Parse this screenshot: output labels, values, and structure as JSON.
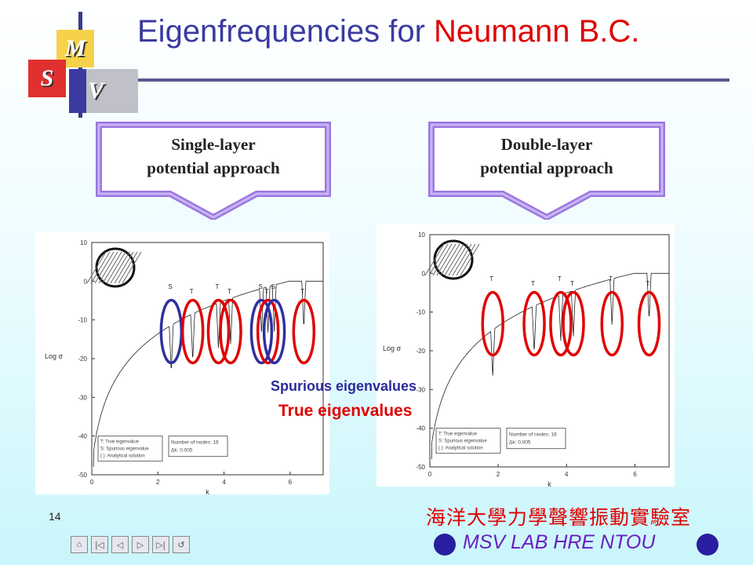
{
  "title": {
    "part1": "Eigenfrequencies for ",
    "part2": "Neumann B.C."
  },
  "logo": {
    "m": "M",
    "s": "S",
    "v": "V"
  },
  "callouts": {
    "single": {
      "line1": "Single-layer",
      "line2": "potential approach"
    },
    "double": {
      "line1": "Double-layer",
      "line2": "potential approach"
    }
  },
  "labels": {
    "spurious": "Spurious eigenvalues",
    "true": "True eigenvalues"
  },
  "page_number": "14",
  "footer": {
    "lab_cn": "海洋大學力學聲響振動實驗室",
    "lab_en": "MSV LAB HRE NTOU"
  },
  "nav_buttons": [
    "⌂",
    "|◁",
    "◁",
    "▷",
    "▷|",
    "↺"
  ],
  "colors": {
    "title_blue": "#3a3aa0",
    "title_red": "#e00000",
    "ellipse_red": "#e00000",
    "ellipse_blue": "#3030a0",
    "spurious_label": "#2b2b9b"
  },
  "chart_data": [
    {
      "type": "line",
      "panel": "single-layer",
      "xlabel": "k",
      "ylabel": "Log σ",
      "xlim": [
        0,
        7
      ],
      "ylim": [
        -50,
        10
      ],
      "xticks": [
        "0",
        "2",
        "4",
        "6"
      ],
      "yticks": [
        "10",
        "0",
        "-10",
        "-20",
        "-30",
        "-40",
        "-50"
      ],
      "peaks": [
        {
          "k": 2.405,
          "type": "S"
        },
        {
          "k": 3.054,
          "type": "T"
        },
        {
          "k": 3.832,
          "type": "T"
        },
        {
          "k": 4.201,
          "type": "T"
        },
        {
          "k": 5.135,
          "type": "S"
        },
        {
          "k": 5.331,
          "type": "T"
        },
        {
          "k": 5.52,
          "type": "S"
        },
        {
          "k": 6.415,
          "type": "T"
        }
      ],
      "legend": [
        "T: True eigenvalue",
        "S: Spurious eigenvalue",
        "( ): Analytical solution"
      ],
      "info": [
        "Number of nodes: 16",
        "Δk: 0.005"
      ]
    },
    {
      "type": "line",
      "panel": "double-layer",
      "xlabel": "k",
      "ylabel": "Log σ",
      "xlim": [
        0,
        7
      ],
      "ylim": [
        -50,
        10
      ],
      "xticks": [
        "0",
        "2",
        "4",
        "6"
      ],
      "yticks": [
        "10",
        "0",
        "-10",
        "-20",
        "-30",
        "-40",
        "-50"
      ],
      "peaks": [
        {
          "k": 1.841,
          "type": "T"
        },
        {
          "k": 3.054,
          "type": "T"
        },
        {
          "k": 3.831,
          "type": "T"
        },
        {
          "k": 4.201,
          "type": "T"
        },
        {
          "k": 5.331,
          "type": "T"
        },
        {
          "k": 6.415,
          "type": "T"
        }
      ],
      "legend": [
        "T: True eigenvalue",
        "S: Spurious eigenvalue",
        "( ): Analytical solution"
      ],
      "info": [
        "Number of nodes: 16",
        "Δk: 0.005"
      ]
    }
  ]
}
